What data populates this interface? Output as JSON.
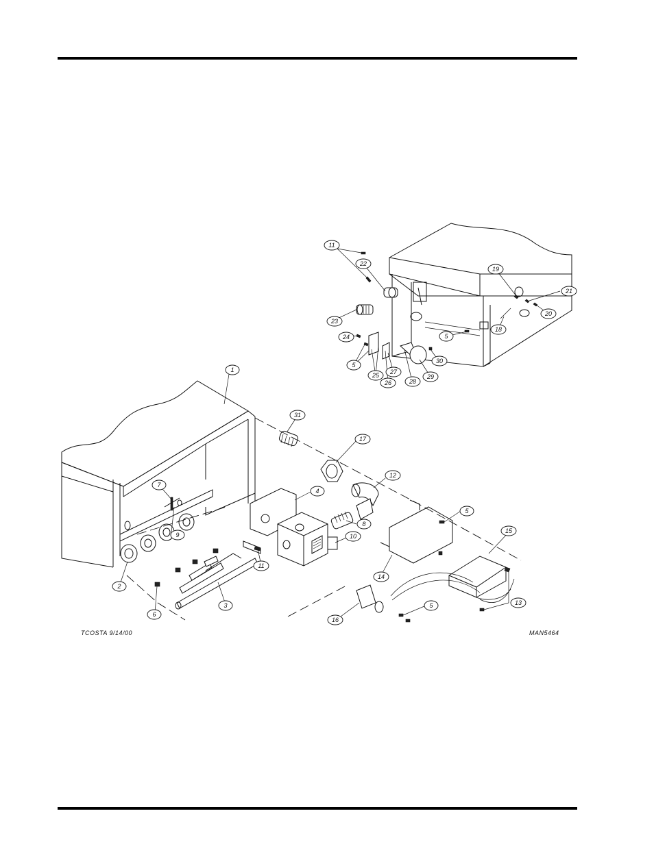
{
  "drawing": {
    "credit": "TCOSTA 9/14/00",
    "drawing_number": "MAN5464"
  },
  "callouts": [
    {
      "id": "c1",
      "text": "1"
    },
    {
      "id": "c2",
      "text": "2"
    },
    {
      "id": "c3",
      "text": "3"
    },
    {
      "id": "c4",
      "text": "4"
    },
    {
      "id": "c5a",
      "text": "5"
    },
    {
      "id": "c5b",
      "text": "5"
    },
    {
      "id": "c5c",
      "text": "5"
    },
    {
      "id": "c5d",
      "text": "5"
    },
    {
      "id": "c6",
      "text": "6"
    },
    {
      "id": "c7",
      "text": "7"
    },
    {
      "id": "c8",
      "text": "8"
    },
    {
      "id": "c9",
      "text": "9"
    },
    {
      "id": "c10",
      "text": "10"
    },
    {
      "id": "c11a",
      "text": "11"
    },
    {
      "id": "c11b",
      "text": "11"
    },
    {
      "id": "c12",
      "text": "12"
    },
    {
      "id": "c13",
      "text": "13"
    },
    {
      "id": "c14",
      "text": "14"
    },
    {
      "id": "c15",
      "text": "15"
    },
    {
      "id": "c16",
      "text": "16"
    },
    {
      "id": "c17",
      "text": "17"
    },
    {
      "id": "c18",
      "text": "18"
    },
    {
      "id": "c19",
      "text": "19"
    },
    {
      "id": "c20",
      "text": "20"
    },
    {
      "id": "c21",
      "text": "21"
    },
    {
      "id": "c22",
      "text": "22"
    },
    {
      "id": "c23",
      "text": "23"
    },
    {
      "id": "c24",
      "text": "24"
    },
    {
      "id": "c25",
      "text": "25"
    },
    {
      "id": "c26",
      "text": "26"
    },
    {
      "id": "c27",
      "text": "27"
    },
    {
      "id": "c28",
      "text": "28"
    },
    {
      "id": "c29",
      "text": "29"
    },
    {
      "id": "c30",
      "text": "30"
    },
    {
      "id": "c31",
      "text": "31"
    }
  ]
}
